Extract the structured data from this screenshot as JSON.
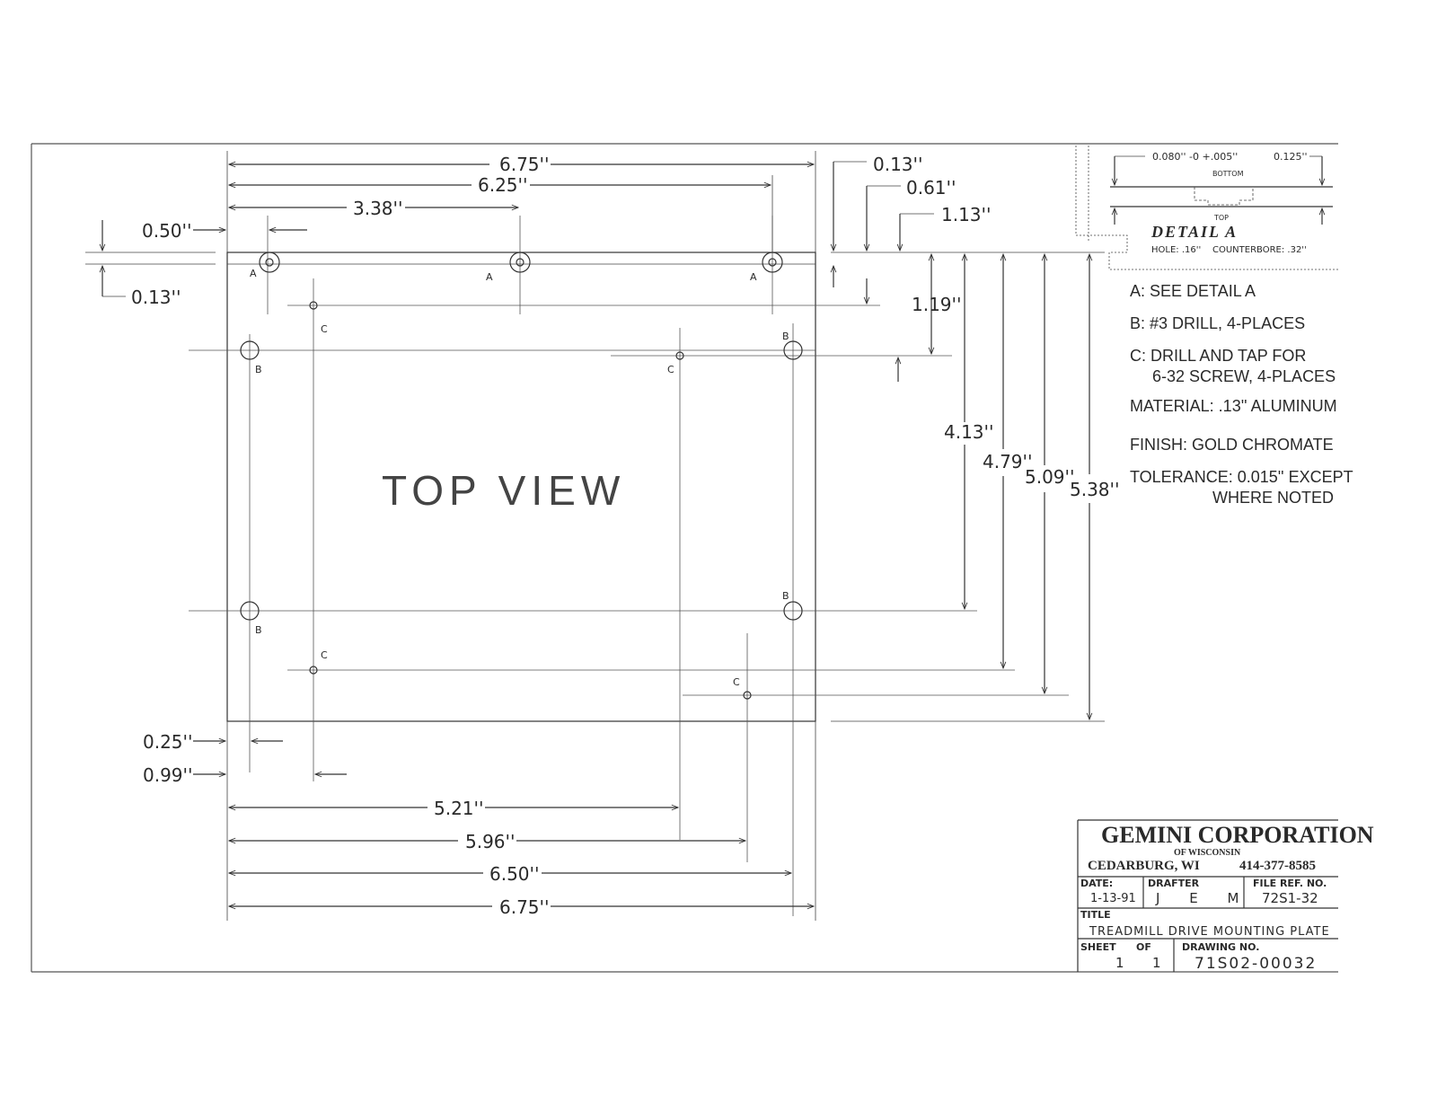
{
  "view_label": "TOP VIEW",
  "dimensions": {
    "top_overall": "6.75''",
    "top_a_span": "6.25''",
    "top_a_mid": "3.38''",
    "left_a_offset": "0.50''",
    "left_a_from_edge": "0.13''",
    "right_top_a": "0.13''",
    "right_top_c": "0.61''",
    "right_top_b": "1.13''",
    "c_vertical": "1.19''",
    "v_413": "4.13''",
    "v_479": "4.79''",
    "v_509": "5.09''",
    "v_538": "5.38''",
    "left_b_offset": "0.25''",
    "left_c_offset": "0.99''",
    "bottom_521": "5.21''",
    "bottom_596": "5.96''",
    "bottom_650": "6.50''",
    "bottom_675": "6.75''"
  },
  "hole_labels": {
    "a": "A",
    "b": "B",
    "c": "C"
  },
  "detail_a": {
    "title": "DETAIL A",
    "thickness": "0.080'' -0 +.005''",
    "total": "0.125''",
    "bottom": "BOTTOM",
    "top": "TOP",
    "hole": "HOLE: .16''",
    "counterbore": "COUNTERBORE: .32''"
  },
  "notes": {
    "a": "A: SEE DETAIL A",
    "b": "B: #3 DRILL, 4-PLACES",
    "c_line1": "C: DRILL AND TAP FOR",
    "c_line2": "6-32 SCREW, 4-PLACES",
    "material": "MATERIAL: .13'' ALUMINUM",
    "finish": "FINISH: GOLD CHROMATE",
    "tolerance_line1": "TOLERANCE: 0.015'' EXCEPT",
    "tolerance_line2": "WHERE NOTED"
  },
  "title_block": {
    "company": "GEMINI CORPORATION",
    "of_wisconsin": "OF WISCONSIN",
    "city": "CEDARBURG, WI",
    "phone": "414-377-8585",
    "date_label": "DATE:",
    "date": "1-13-91",
    "drafter_label": "DRAFTER",
    "drafter": "J E M",
    "file_ref_label": "FILE REF. NO.",
    "file_ref": "72S1-32",
    "title_label": "TITLE",
    "title": "TREADMILL DRIVE MOUNTING PLATE",
    "sheet_label": "SHEET",
    "of_label": "OF",
    "sheet": "1",
    "of": "1",
    "drawing_no_label": "DRAWING NO.",
    "drawing_no": "71S02-00032"
  }
}
